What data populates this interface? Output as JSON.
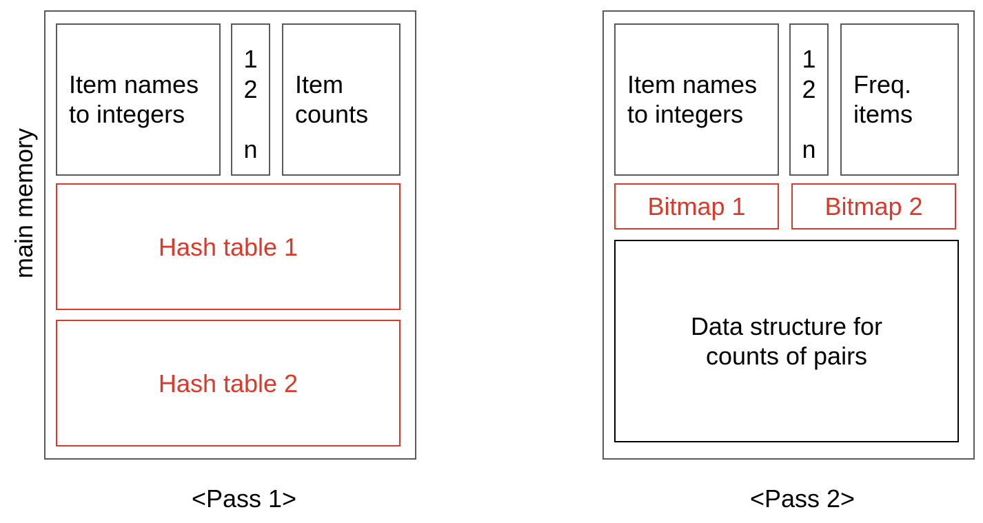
{
  "side_label": "main memory",
  "pass1": {
    "caption": "<Pass 1>",
    "names_box": [
      "Item names",
      "to integers"
    ],
    "index_column": [
      "1",
      "2",
      "n"
    ],
    "counts_box": [
      "Item",
      "counts"
    ],
    "hash_table_1": "Hash table 1",
    "hash_table_2": "Hash table 2"
  },
  "pass2": {
    "caption": "<Pass 2>",
    "names_box": [
      "Item names",
      "to integers"
    ],
    "index_column": [
      "1",
      "2",
      "n"
    ],
    "freq_box": [
      "Freq.",
      "items"
    ],
    "bitmap_1": "Bitmap 1",
    "bitmap_2": "Bitmap 2",
    "pairs_box": [
      "Data structure for",
      "counts of pairs"
    ]
  },
  "colors": {
    "frame": "#595959",
    "highlight": "#d93a2b",
    "text": "#000000"
  }
}
